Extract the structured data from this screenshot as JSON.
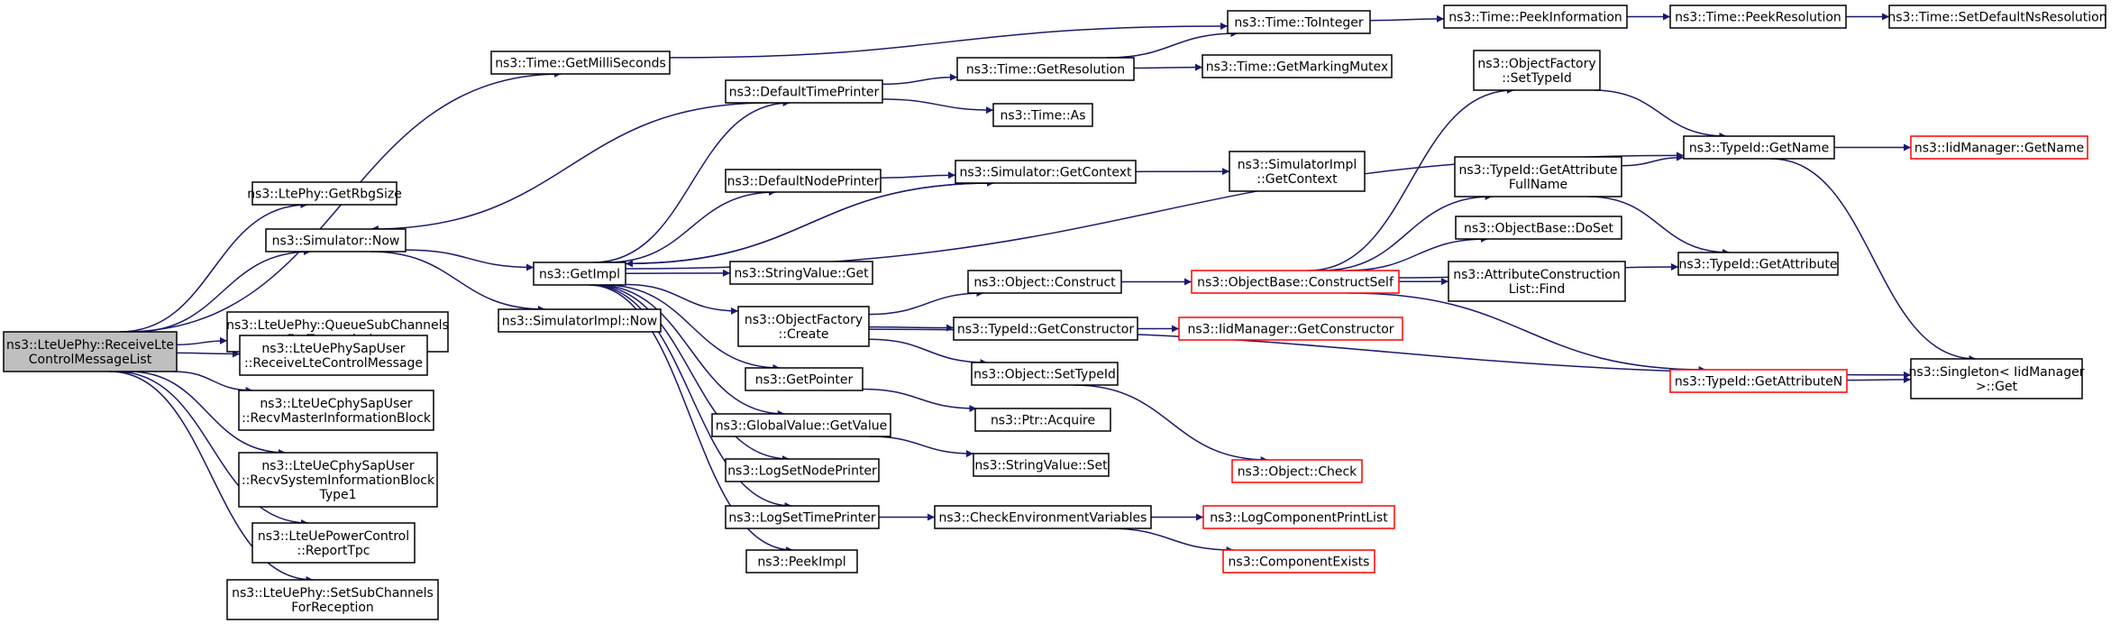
{
  "colors": {
    "edge": "#191970",
    "root_fill": "#bfbfbf",
    "node_fill": "#ffffff",
    "node_border": "#000000",
    "truncated_border": "#ff0000"
  },
  "nodes": [
    {
      "id": "root",
      "lines": [
        "ns3::LteUePhy::ReceiveLte",
        "ControlMessageList"
      ],
      "root": true
    },
    {
      "id": "getms",
      "lines": [
        "ns3::Time::GetMilliSeconds"
      ]
    },
    {
      "id": "rbg",
      "lines": [
        "ns3::LtePhy::GetRbgSize"
      ]
    },
    {
      "id": "now",
      "lines": [
        "ns3::Simulator::Now"
      ]
    },
    {
      "id": "queue",
      "lines": [
        "ns3::LteUePhy::QueueSubChannels",
        "ForTransmission"
      ]
    },
    {
      "id": "sapuser",
      "lines": [
        "ns3::LteUePhySapUser",
        "::ReceiveLteControlMessage"
      ]
    },
    {
      "id": "mib",
      "lines": [
        "ns3::LteUeCphySapUser",
        "::RecvMasterInformationBlock"
      ]
    },
    {
      "id": "sib",
      "lines": [
        "ns3::LteUeCphySapUser",
        "::RecvSystemInformationBlock",
        "Type1"
      ]
    },
    {
      "id": "tpc",
      "lines": [
        "ns3::LteUePowerControl",
        "::ReportTpc"
      ]
    },
    {
      "id": "setsub",
      "lines": [
        "ns3::LteUePhy::SetSubChannels",
        "ForReception"
      ]
    },
    {
      "id": "getimpl",
      "lines": [
        "ns3::GetImpl"
      ]
    },
    {
      "id": "implnow",
      "lines": [
        "ns3::SimulatorImpl::Now"
      ]
    },
    {
      "id": "dtp",
      "lines": [
        "ns3::DefaultTimePrinter"
      ]
    },
    {
      "id": "dnp",
      "lines": [
        "ns3::DefaultNodePrinter"
      ]
    },
    {
      "id": "svget",
      "lines": [
        "ns3::StringValue::Get"
      ]
    },
    {
      "id": "ofcreate",
      "lines": [
        "ns3::ObjectFactory",
        "::Create"
      ]
    },
    {
      "id": "getptr",
      "lines": [
        "ns3::GetPointer"
      ]
    },
    {
      "id": "gvget",
      "lines": [
        "ns3::GlobalValue::GetValue"
      ]
    },
    {
      "id": "lsnp",
      "lines": [
        "ns3::LogSetNodePrinter"
      ]
    },
    {
      "id": "lstp",
      "lines": [
        "ns3::LogSetTimePrinter"
      ]
    },
    {
      "id": "peek",
      "lines": [
        "ns3::PeekImpl"
      ]
    },
    {
      "id": "toint",
      "lines": [
        "ns3::Time::ToInteger"
      ]
    },
    {
      "id": "getres",
      "lines": [
        "ns3::Time::GetResolution"
      ]
    },
    {
      "id": "as",
      "lines": [
        "ns3::Time::As"
      ]
    },
    {
      "id": "simctx",
      "lines": [
        "ns3::Simulator::GetContext"
      ]
    },
    {
      "id": "objcons",
      "lines": [
        "ns3::Object::Construct"
      ]
    },
    {
      "id": "tigetcons",
      "lines": [
        "ns3::TypeId::GetConstructor"
      ]
    },
    {
      "id": "objsettid",
      "lines": [
        "ns3::Object::SetTypeId"
      ]
    },
    {
      "id": "ptracq",
      "lines": [
        "ns3::Ptr::Acquire"
      ]
    },
    {
      "id": "svset",
      "lines": [
        "ns3::StringValue::Set"
      ]
    },
    {
      "id": "checkenv",
      "lines": [
        "ns3::CheckEnvironmentVariables"
      ]
    },
    {
      "id": "peekinfo",
      "lines": [
        "ns3::Time::PeekInformation"
      ]
    },
    {
      "id": "peekres",
      "lines": [
        "ns3::Time::PeekResolution"
      ]
    },
    {
      "id": "setdef",
      "lines": [
        "ns3::Time::SetDefaultNsResolution"
      ]
    },
    {
      "id": "mutex",
      "lines": [
        "ns3::Time::GetMarkingMutex"
      ]
    },
    {
      "id": "implctx",
      "lines": [
        "ns3::SimulatorImpl",
        "::GetContext"
      ]
    },
    {
      "id": "consself",
      "lines": [
        "ns3::ObjectBase::ConstructSelf"
      ],
      "truncated": true
    },
    {
      "id": "iidgetcons",
      "lines": [
        "ns3::IidManager::GetConstructor"
      ],
      "truncated": true
    },
    {
      "id": "objcheck",
      "lines": [
        "ns3::Object::Check"
      ],
      "truncated": true
    },
    {
      "id": "logcpl",
      "lines": [
        "ns3::LogComponentPrintList"
      ],
      "truncated": true
    },
    {
      "id": "compex",
      "lines": [
        "ns3::ComponentExists"
      ],
      "truncated": true
    },
    {
      "id": "ofsettid",
      "lines": [
        "ns3::ObjectFactory",
        "::SetTypeId"
      ]
    },
    {
      "id": "tigafn",
      "lines": [
        "ns3::TypeId::GetAttribute",
        "FullName"
      ]
    },
    {
      "id": "obdoset",
      "lines": [
        "ns3::ObjectBase::DoSet"
      ]
    },
    {
      "id": "aclfind",
      "lines": [
        "ns3::AttributeConstruction",
        "List::Find"
      ]
    },
    {
      "id": "tigan",
      "lines": [
        "ns3::TypeId::GetAttributeN"
      ],
      "truncated": true
    },
    {
      "id": "tigetname",
      "lines": [
        "ns3::TypeId::GetName"
      ]
    },
    {
      "id": "tigetattr",
      "lines": [
        "ns3::TypeId::GetAttribute"
      ]
    },
    {
      "id": "singleton",
      "lines": [
        "ns3::Singleton< IidManager",
        " >::Get"
      ]
    },
    {
      "id": "iidgetname",
      "lines": [
        "ns3::IidManager::GetName"
      ],
      "truncated": true
    }
  ],
  "edges": [
    [
      "root",
      "getms"
    ],
    [
      "root",
      "rbg"
    ],
    [
      "root",
      "now"
    ],
    [
      "root",
      "queue"
    ],
    [
      "root",
      "sapuser"
    ],
    [
      "root",
      "mib"
    ],
    [
      "root",
      "sib"
    ],
    [
      "root",
      "tpc"
    ],
    [
      "root",
      "setsub"
    ],
    [
      "getms",
      "toint"
    ],
    [
      "now",
      "getimpl"
    ],
    [
      "now",
      "implnow"
    ],
    [
      "getimpl",
      "dtp"
    ],
    [
      "getimpl",
      "simctx"
    ],
    [
      "getimpl",
      "dnp"
    ],
    [
      "getimpl",
      "svget"
    ],
    [
      "getimpl",
      "ofcreate"
    ],
    [
      "getimpl",
      "getptr"
    ],
    [
      "getimpl",
      "gvget"
    ],
    [
      "getimpl",
      "lsnp"
    ],
    [
      "getimpl",
      "lstp"
    ],
    [
      "getimpl",
      "peek"
    ],
    [
      "getimpl",
      "tigetname"
    ],
    [
      "dtp",
      "getres"
    ],
    [
      "dtp",
      "as"
    ],
    [
      "dtp",
      "now"
    ],
    [
      "dnp",
      "simctx"
    ],
    [
      "simctx",
      "getimpl"
    ],
    [
      "simctx",
      "implctx"
    ],
    [
      "ofcreate",
      "objcons"
    ],
    [
      "ofcreate",
      "tigetcons"
    ],
    [
      "ofcreate",
      "objsettid"
    ],
    [
      "ofcreate",
      "singleton"
    ],
    [
      "getptr",
      "ptracq"
    ],
    [
      "gvget",
      "svset"
    ],
    [
      "lstp",
      "checkenv"
    ],
    [
      "checkenv",
      "logcpl"
    ],
    [
      "checkenv",
      "compex"
    ],
    [
      "toint",
      "peekinfo"
    ],
    [
      "peekinfo",
      "peekres"
    ],
    [
      "peekres",
      "setdef"
    ],
    [
      "getres",
      "toint"
    ],
    [
      "getres",
      "mutex"
    ],
    [
      "objcons",
      "consself"
    ],
    [
      "tigetcons",
      "iidgetcons"
    ],
    [
      "objsettid",
      "objcheck"
    ],
    [
      "consself",
      "ofsettid"
    ],
    [
      "consself",
      "tigafn"
    ],
    [
      "consself",
      "obdoset"
    ],
    [
      "consself",
      "aclfind"
    ],
    [
      "consself",
      "tigan"
    ],
    [
      "consself",
      "tigetattr"
    ],
    [
      "ofsettid",
      "tigetname"
    ],
    [
      "tigafn",
      "tigetname"
    ],
    [
      "tigafn",
      "tigetattr"
    ],
    [
      "tigan",
      "singleton"
    ],
    [
      "tigetname",
      "iidgetname"
    ],
    [
      "tigetname",
      "singleton"
    ]
  ]
}
